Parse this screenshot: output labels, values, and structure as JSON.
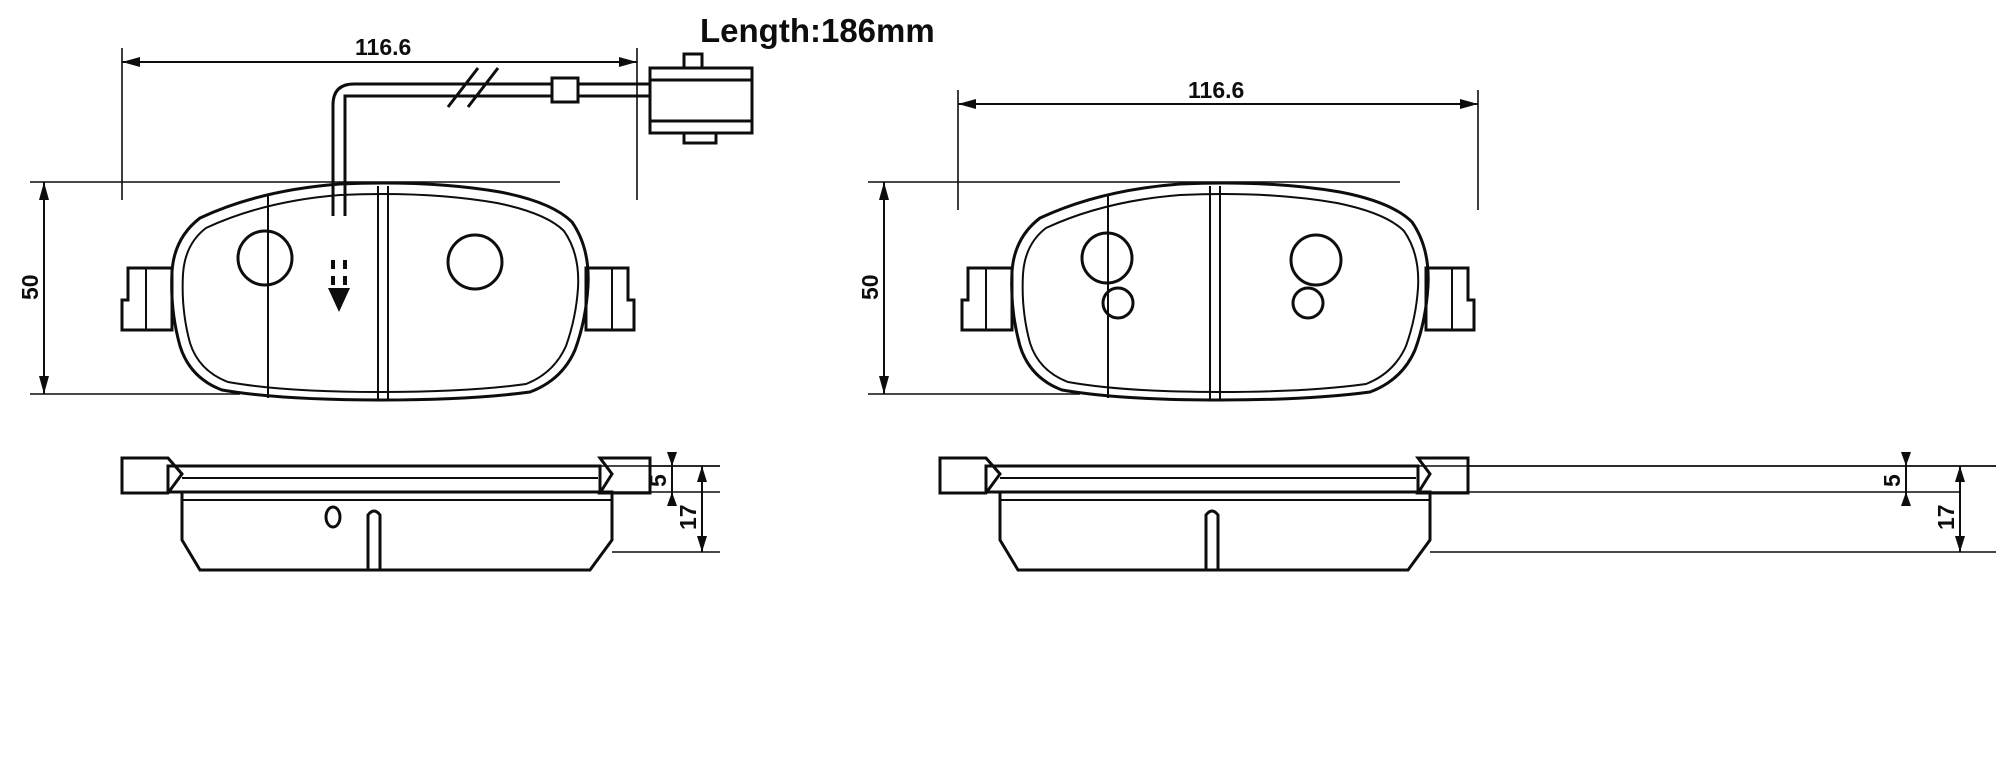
{
  "drawing": {
    "title": "Length:186mm",
    "background_color": "#ffffff",
    "line_color": "#0d0d0d",
    "views": [
      {
        "id": "left-pad",
        "name": "front-pad-with-wear-sensor",
        "dimensions": {
          "width_label": "116.6",
          "height_label": "50",
          "backplate_thickness_label": "5",
          "total_thickness_label": "17"
        },
        "features": {
          "holes": 2,
          "hole_style": "single-large",
          "sensor_wire": true,
          "connector": true,
          "break_symbol": true,
          "arrow_marker": true
        }
      },
      {
        "id": "right-pad",
        "name": "front-pad-plain",
        "dimensions": {
          "width_label": "116.6",
          "height_label": "50",
          "backplate_thickness_label": "5",
          "total_thickness_label": "17"
        },
        "features": {
          "holes": 2,
          "hole_style": "large-plus-small",
          "sensor_wire": false,
          "connector": false,
          "break_symbol": false,
          "arrow_marker": false
        }
      }
    ],
    "labels": {
      "left_width": "116.6",
      "left_height": "50",
      "left_thin": "5",
      "left_thick": "17",
      "right_width": "116.6",
      "right_height": "50",
      "right_thin": "5",
      "right_thick": "17"
    }
  }
}
